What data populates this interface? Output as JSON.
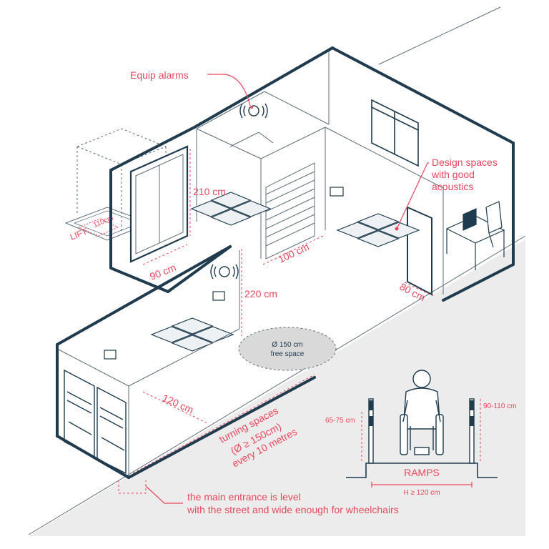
{
  "annotations": {
    "alarms": "Equip alarms",
    "acoustics_line1": "Design spaces",
    "acoustics_line2": "with good",
    "acoustics_line3": "acoustics",
    "lift_label": "LIFT",
    "lift_small": "110cm",
    "door_height": "210 cm",
    "door_width": "90 cm",
    "corridor_width": "100 cm",
    "room_door": "80 cm",
    "ceiling_height": "220 cm",
    "turning_circle_line1": "Ø 150 cm",
    "turning_circle_line2": "free space",
    "entrance_depth": "120 cm",
    "turning_line1": "turning spaces",
    "turning_line2": "(Ø ≥ 150cm)",
    "turning_line3": "every 10 metres",
    "entrance_line1": "the main entrance is level",
    "entrance_line2": "with the street and wide enough for wheelchairs"
  },
  "ramps": {
    "title": "RAMPS",
    "left_rail_height": "65-75 cm",
    "right_rail_height": "90-110 cm",
    "min_width": "H ≥ 120 cm"
  },
  "colors": {
    "accent": "#e8485f",
    "outline": "#1f3b4d",
    "ground": "#ececec",
    "circle_fill": "#d9d9d9"
  }
}
